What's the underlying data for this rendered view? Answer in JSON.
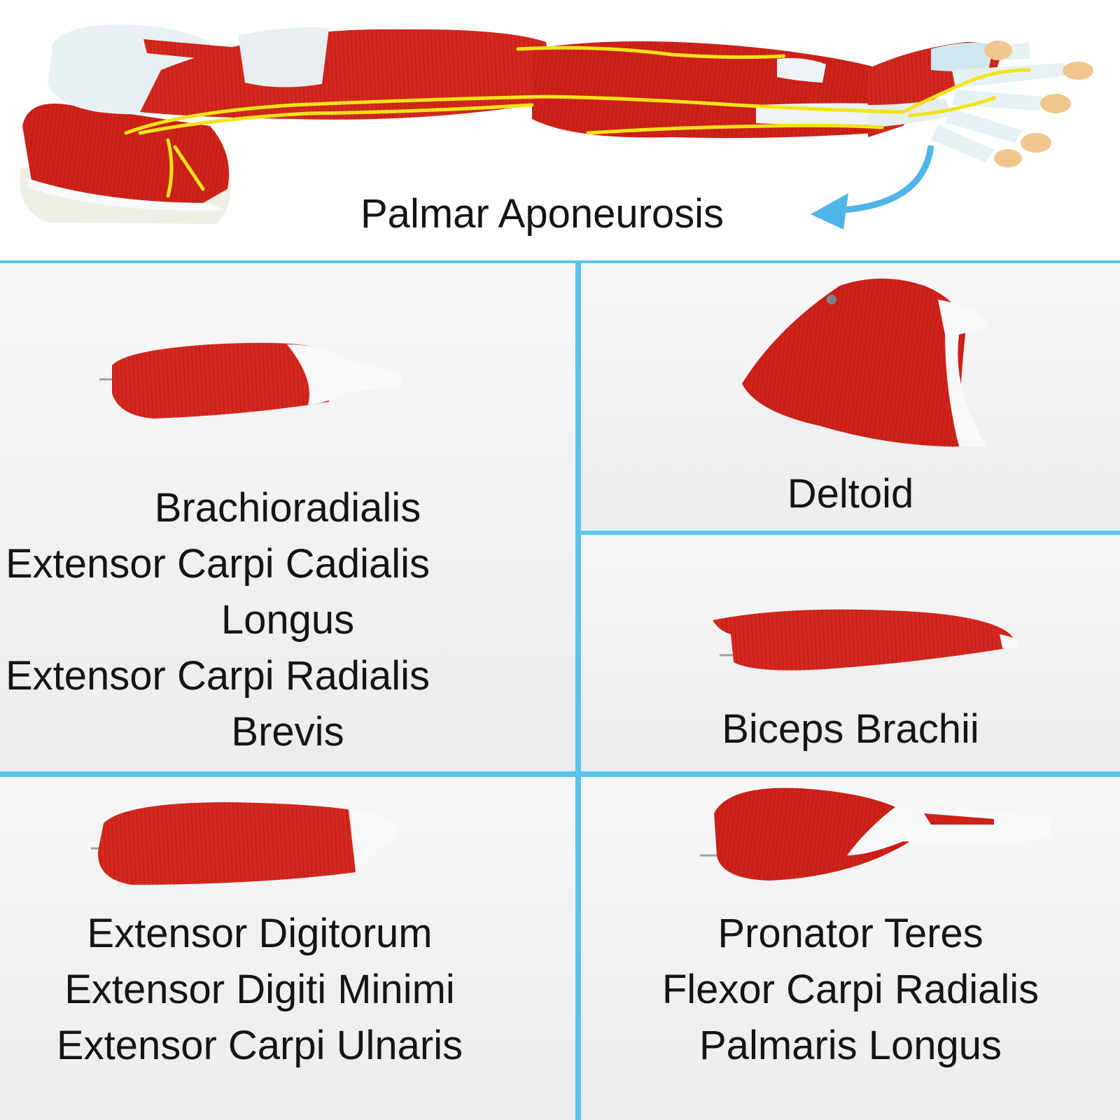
{
  "top": {
    "caption": "Palmar Aponeurosis",
    "arrow_color": "#4fb4e8"
  },
  "panels": {
    "brachioradialis_group": {
      "lines": [
        "Brachioradialis",
        "Extensor Carpi Cadialis",
        "Longus",
        "Extensor Carpi Radialis",
        "Brevis"
      ]
    },
    "deltoid": {
      "lines": [
        "Deltoid"
      ]
    },
    "biceps": {
      "lines": [
        "Biceps Brachii"
      ]
    },
    "extensor_group": {
      "lines": [
        "Extensor Digitorum",
        "Extensor Digiti Minimi",
        "Extensor Carpi Ulnaris"
      ]
    },
    "pronator_group": {
      "lines": [
        "Pronator Teres",
        "Flexor Carpi Radialis",
        "Palmaris Longus"
      ]
    }
  },
  "colors": {
    "divider": "#5bc3ec",
    "muscle": "#d2231c",
    "tendon": "#f4f6f7",
    "nerve": "#f2e318"
  }
}
